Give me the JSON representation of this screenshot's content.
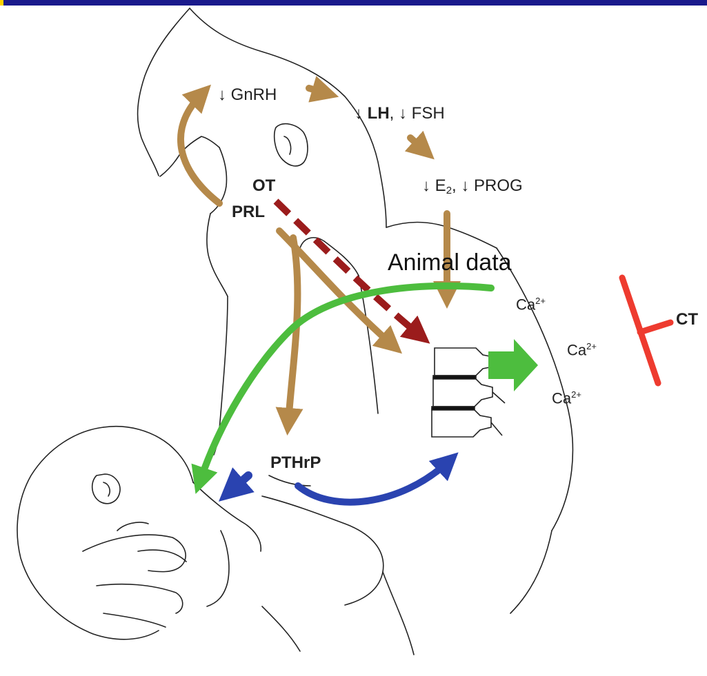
{
  "header_bar": {
    "color": "#1a1a8c",
    "accent": "#ffd200"
  },
  "labels": {
    "gnrh": "↓ GnRH",
    "lh_fsh_arrow1": "↓ ",
    "lh": "LH",
    "lh_fsh_rest": ", ↓ FSH",
    "e2_prefix": "↓ E",
    "e2_sub": "2",
    "e2_rest": ", ↓ PROG",
    "ot": "OT",
    "prl": "PRL",
    "pthrp": "PTHrP",
    "ca1": "Ca",
    "ca2": "Ca",
    "ca3": "Ca",
    "ca_sup": "2+",
    "ct": "CT",
    "animal_data": "Animal data"
  },
  "colors": {
    "hormone_arrow": "#b5894a",
    "oxytocin_dashed": "#9b1c1c",
    "calcium_flow": "#4dbd3e",
    "pthrp_arrow": "#2a43b0",
    "calcitonin_inhibit": "#ee3b2f",
    "line_art": "#222222"
  },
  "icons": {
    "mother_infant": "mother-nursing-infant-line-art",
    "spine": "vertebral-column-icon"
  }
}
